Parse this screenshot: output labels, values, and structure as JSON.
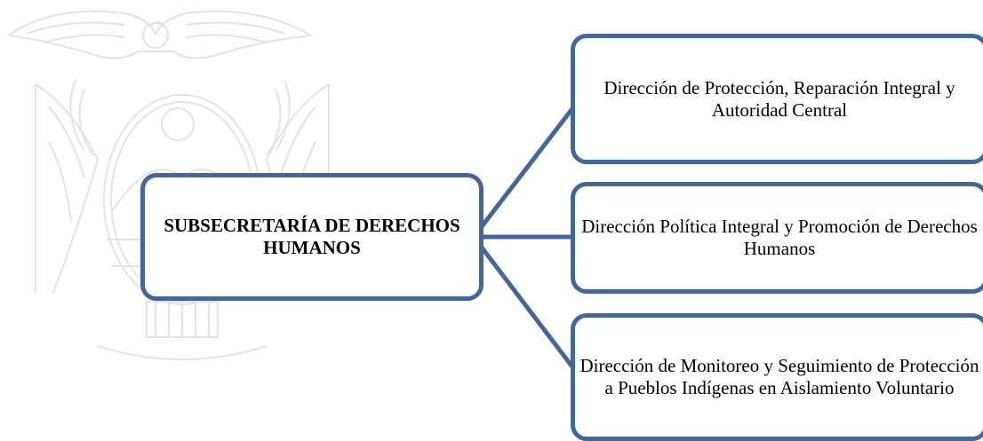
{
  "diagram": {
    "root": {
      "label": "SUBSECRETARÍA DE DERECHOS HUMANOS"
    },
    "children": [
      {
        "label": "Dirección de Protección, Reparación Integral y Autoridad Central"
      },
      {
        "label": "Dirección Política Integral y Promoción de Derechos Humanos"
      },
      {
        "label": "Dirección de Monitoreo y Seguimiento de Protección a Pueblos Indígenas en Aislamiento Voluntario"
      }
    ],
    "colors": {
      "border": "#44679a",
      "connector": "#44679a",
      "watermark": "#e6e6e6"
    },
    "watermark_icon": "coat-of-arms-icon"
  }
}
